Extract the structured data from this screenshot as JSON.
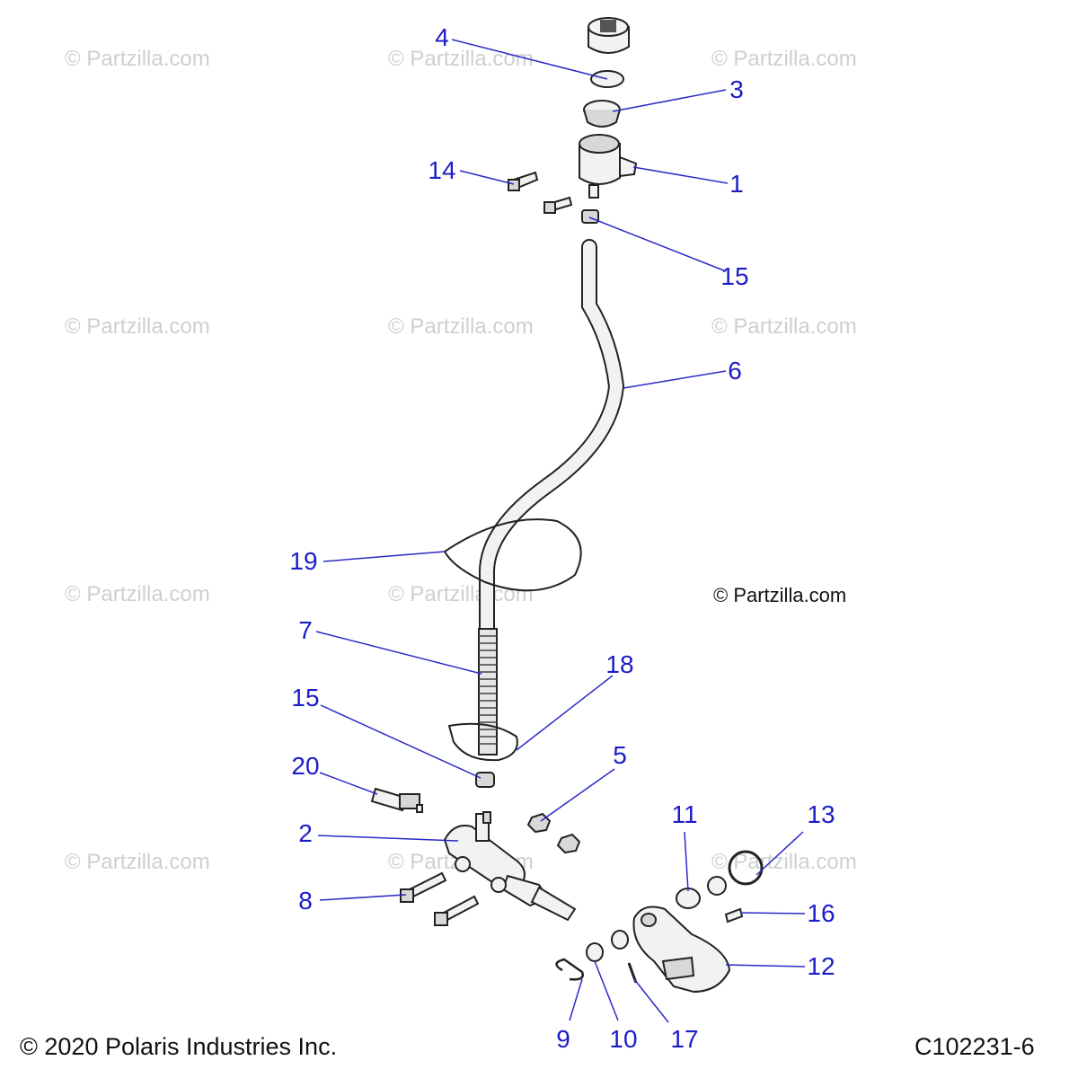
{
  "watermark_text": "© Partzilla.com",
  "credit_text": "© Partzilla.com",
  "copyright": "© 2020 Polaris Industries Inc.",
  "diagram_code": "C102231-6",
  "callout_color": "#1c1cc8",
  "callouts": {
    "c1": "1",
    "c2": "2",
    "c3": "3",
    "c4": "4",
    "c5": "5",
    "c6": "6",
    "c7": "7",
    "c8": "8",
    "c9": "9",
    "c10": "10",
    "c11": "11",
    "c12": "12",
    "c13": "13",
    "c14": "14",
    "c15a": "15",
    "c15b": "15",
    "c16": "16",
    "c17": "17",
    "c18": "18",
    "c19": "19",
    "c20": "20"
  }
}
